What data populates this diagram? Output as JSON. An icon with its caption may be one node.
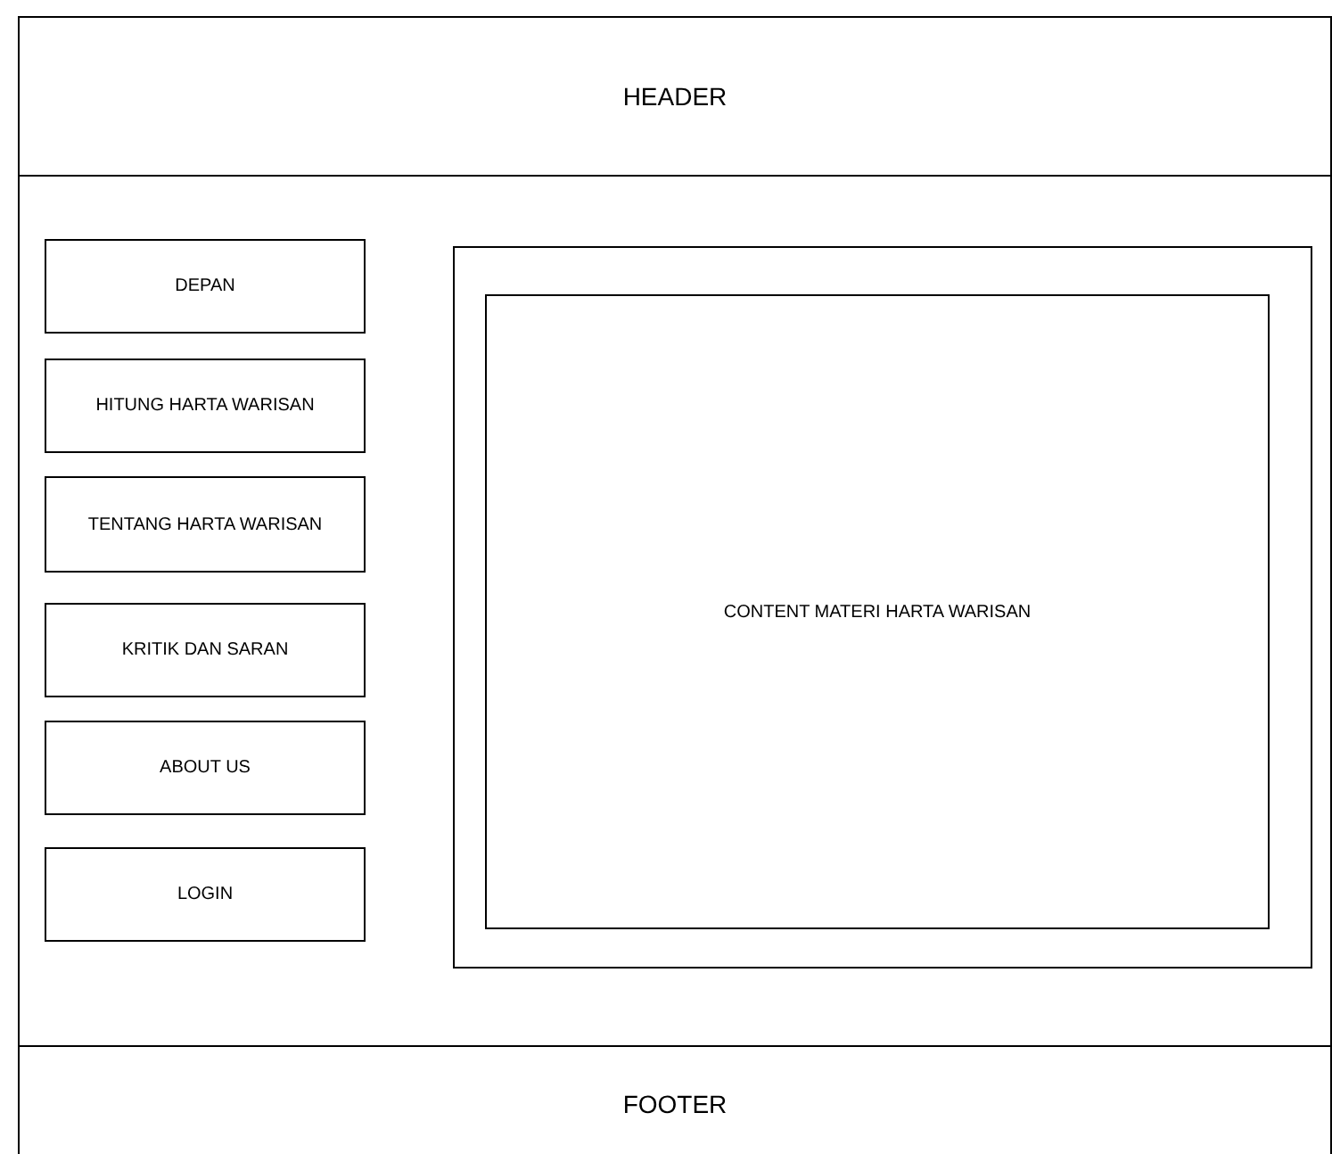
{
  "diagram": {
    "nodes": [
      {
        "text": [
          "HEADER"
        ]
      },
      {
        "text": [
          "DEPAN"
        ]
      },
      {
        "text": [
          "HITUNG HARTA WARISAN"
        ]
      },
      {
        "text": [
          "TENTANG HARTA WARISAN"
        ]
      },
      {
        "text": [
          "KRITIK DAN SARAN"
        ]
      },
      {
        "text": [
          "ABOUT US"
        ]
      },
      {
        "text": [
          "LOGIN"
        ]
      },
      {
        "text": [],
        "shape": "box"
      },
      {
        "text": [
          "CONTENT MATERI HARTA WARISAN"
        ],
        "in": 7
      },
      {
        "text": [
          "FOOTER"
        ]
      }
    ],
    "edges": []
  }
}
